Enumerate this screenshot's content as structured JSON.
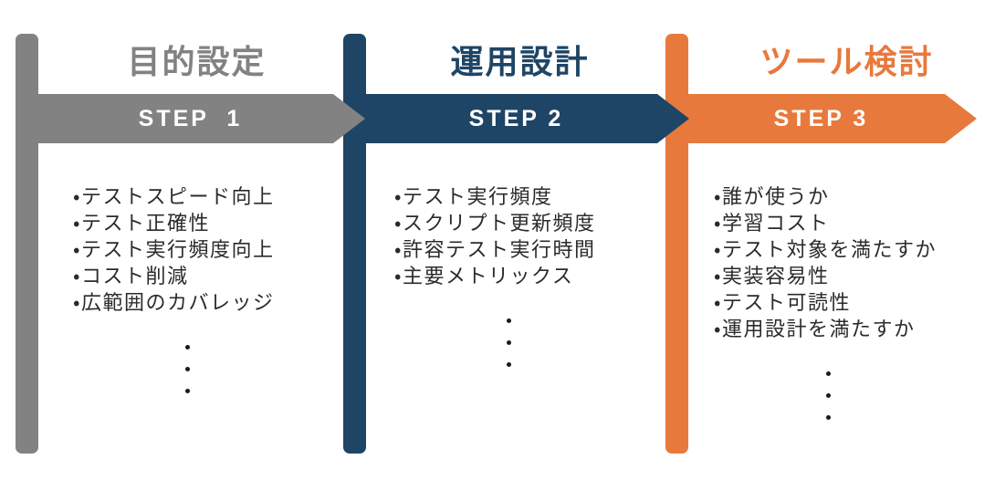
{
  "figure": {
    "type": "process-steps-diagram",
    "background_color": "#ffffff",
    "text_color": "#2b2b2b",
    "dot_color": "#1a1a1a",
    "steps": [
      {
        "title": "目的設定",
        "step_label": "STEP  1",
        "accent_color": "#828282",
        "items": [
          "・テストスピード向上",
          "・テスト正確性",
          "・テスト実行頻度向上",
          "・コスト削減",
          "・広範囲のカバレッジ"
        ],
        "ellipsis": "・・・"
      },
      {
        "title": "運用設計",
        "step_label": "STEP 2",
        "accent_color": "#1E4566",
        "items": [
          "・テスト実行頻度",
          "・スクリプト更新頻度",
          "・許容テスト実行時間",
          "・主要メトリックス"
        ],
        "ellipsis": "・・・"
      },
      {
        "title": "ツール検討",
        "step_label": "STEP 3",
        "accent_color": "#E8793C",
        "items": [
          "・誰が使うか",
          "・学習コスト",
          "・テスト対象を満たすか",
          "・実装容易性",
          "・テスト可読性",
          "・運用設計を満たすか"
        ],
        "ellipsis": "・・・"
      }
    ]
  }
}
